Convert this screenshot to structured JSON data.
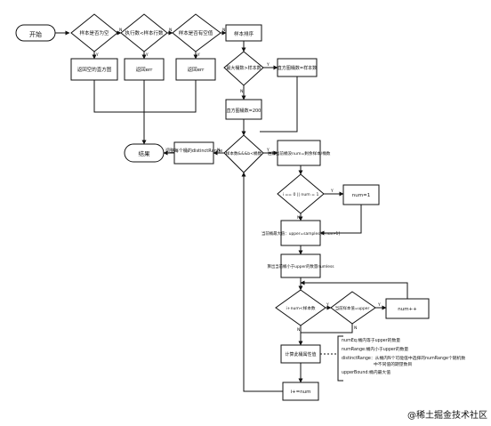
{
  "nodes": {
    "start": "开始",
    "d_empty": "样本是否为空",
    "d_count": "执行数<样本行数",
    "d_null": "样本是否有空值",
    "sort": "样本排序",
    "r_empty": "返回空的直方图",
    "r_err1": "返回err",
    "r_err2": "返回err",
    "d_maxbins": "最大桶数>样本数",
    "set_bins": "直方图桶数=样本数",
    "bins200": "直方图桶数=200",
    "end": "结果",
    "adjust": "调整每个桶的distinctRange",
    "d_loop": "样本数&&&b<桶数",
    "calc_sample": "估算当前桶没num=剩余样本/桶数",
    "d_i0": "i == 0 || num = 1",
    "num1": "num=1",
    "upper_max": "当前桶最大值：upper=samples[i+num-1]",
    "count_less": "算出当前桶小于upper的数量numless",
    "d_sum": "i+num<样本数",
    "d_prev": "当前样本值=upper",
    "numpp": "num++",
    "calc_attr": "计算此桶属性值",
    "inc_i": "i+=num"
  },
  "edge_labels": {
    "y1": "Y",
    "y2": "Y",
    "y3": "Y",
    "n1": "N",
    "n2": "N",
    "n3": "N",
    "y4": "Y",
    "n4": "N",
    "n5": "N",
    "y5": "Y",
    "y6": "Y",
    "n6": "N",
    "y7": "Y",
    "n7": "N",
    "n8": "N",
    "y8": "Y"
  },
  "notes": [
    "numEq:桶内等于upper的数量",
    "numRange:桶内小于upper的数量",
    "distinctRange：从桶内N个可能值中选择的numRange个随机数",
    "中不同值的期望数目",
    "upperBound:桶内最大值"
  ],
  "watermark": "@稀土掘金技术社区"
}
